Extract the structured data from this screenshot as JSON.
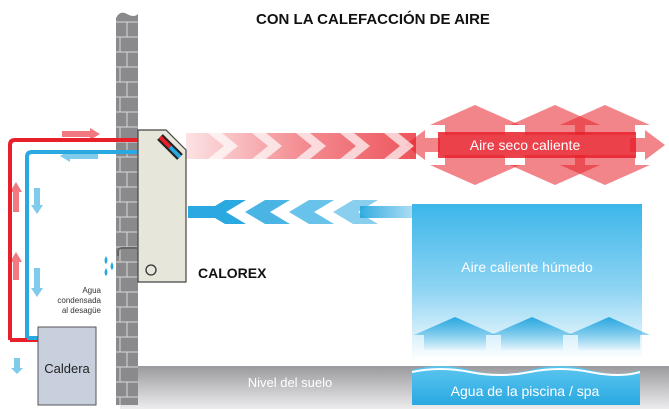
{
  "title": "CON LA CALEFACCIÓN DE AIRE",
  "labels": {
    "hot_dry_air": "Aire seco caliente",
    "humid_air": "Aire caliente húmedo",
    "ground_level": "Nivel del suelo",
    "pool_water": "Agua de la piscina / spa",
    "boiler": "Caldera",
    "brand": "CALOREX",
    "condensate_line1": "Agua",
    "condensate_line2": "condensada",
    "condensate_line3": "al desagüe"
  },
  "colors": {
    "hot": "#e8202a",
    "cold": "#2aa8e0",
    "wall": "#8a8a8d",
    "ground": "#b8b8bb",
    "unit": "#e6e6da",
    "boiler": "#c8d0de"
  }
}
